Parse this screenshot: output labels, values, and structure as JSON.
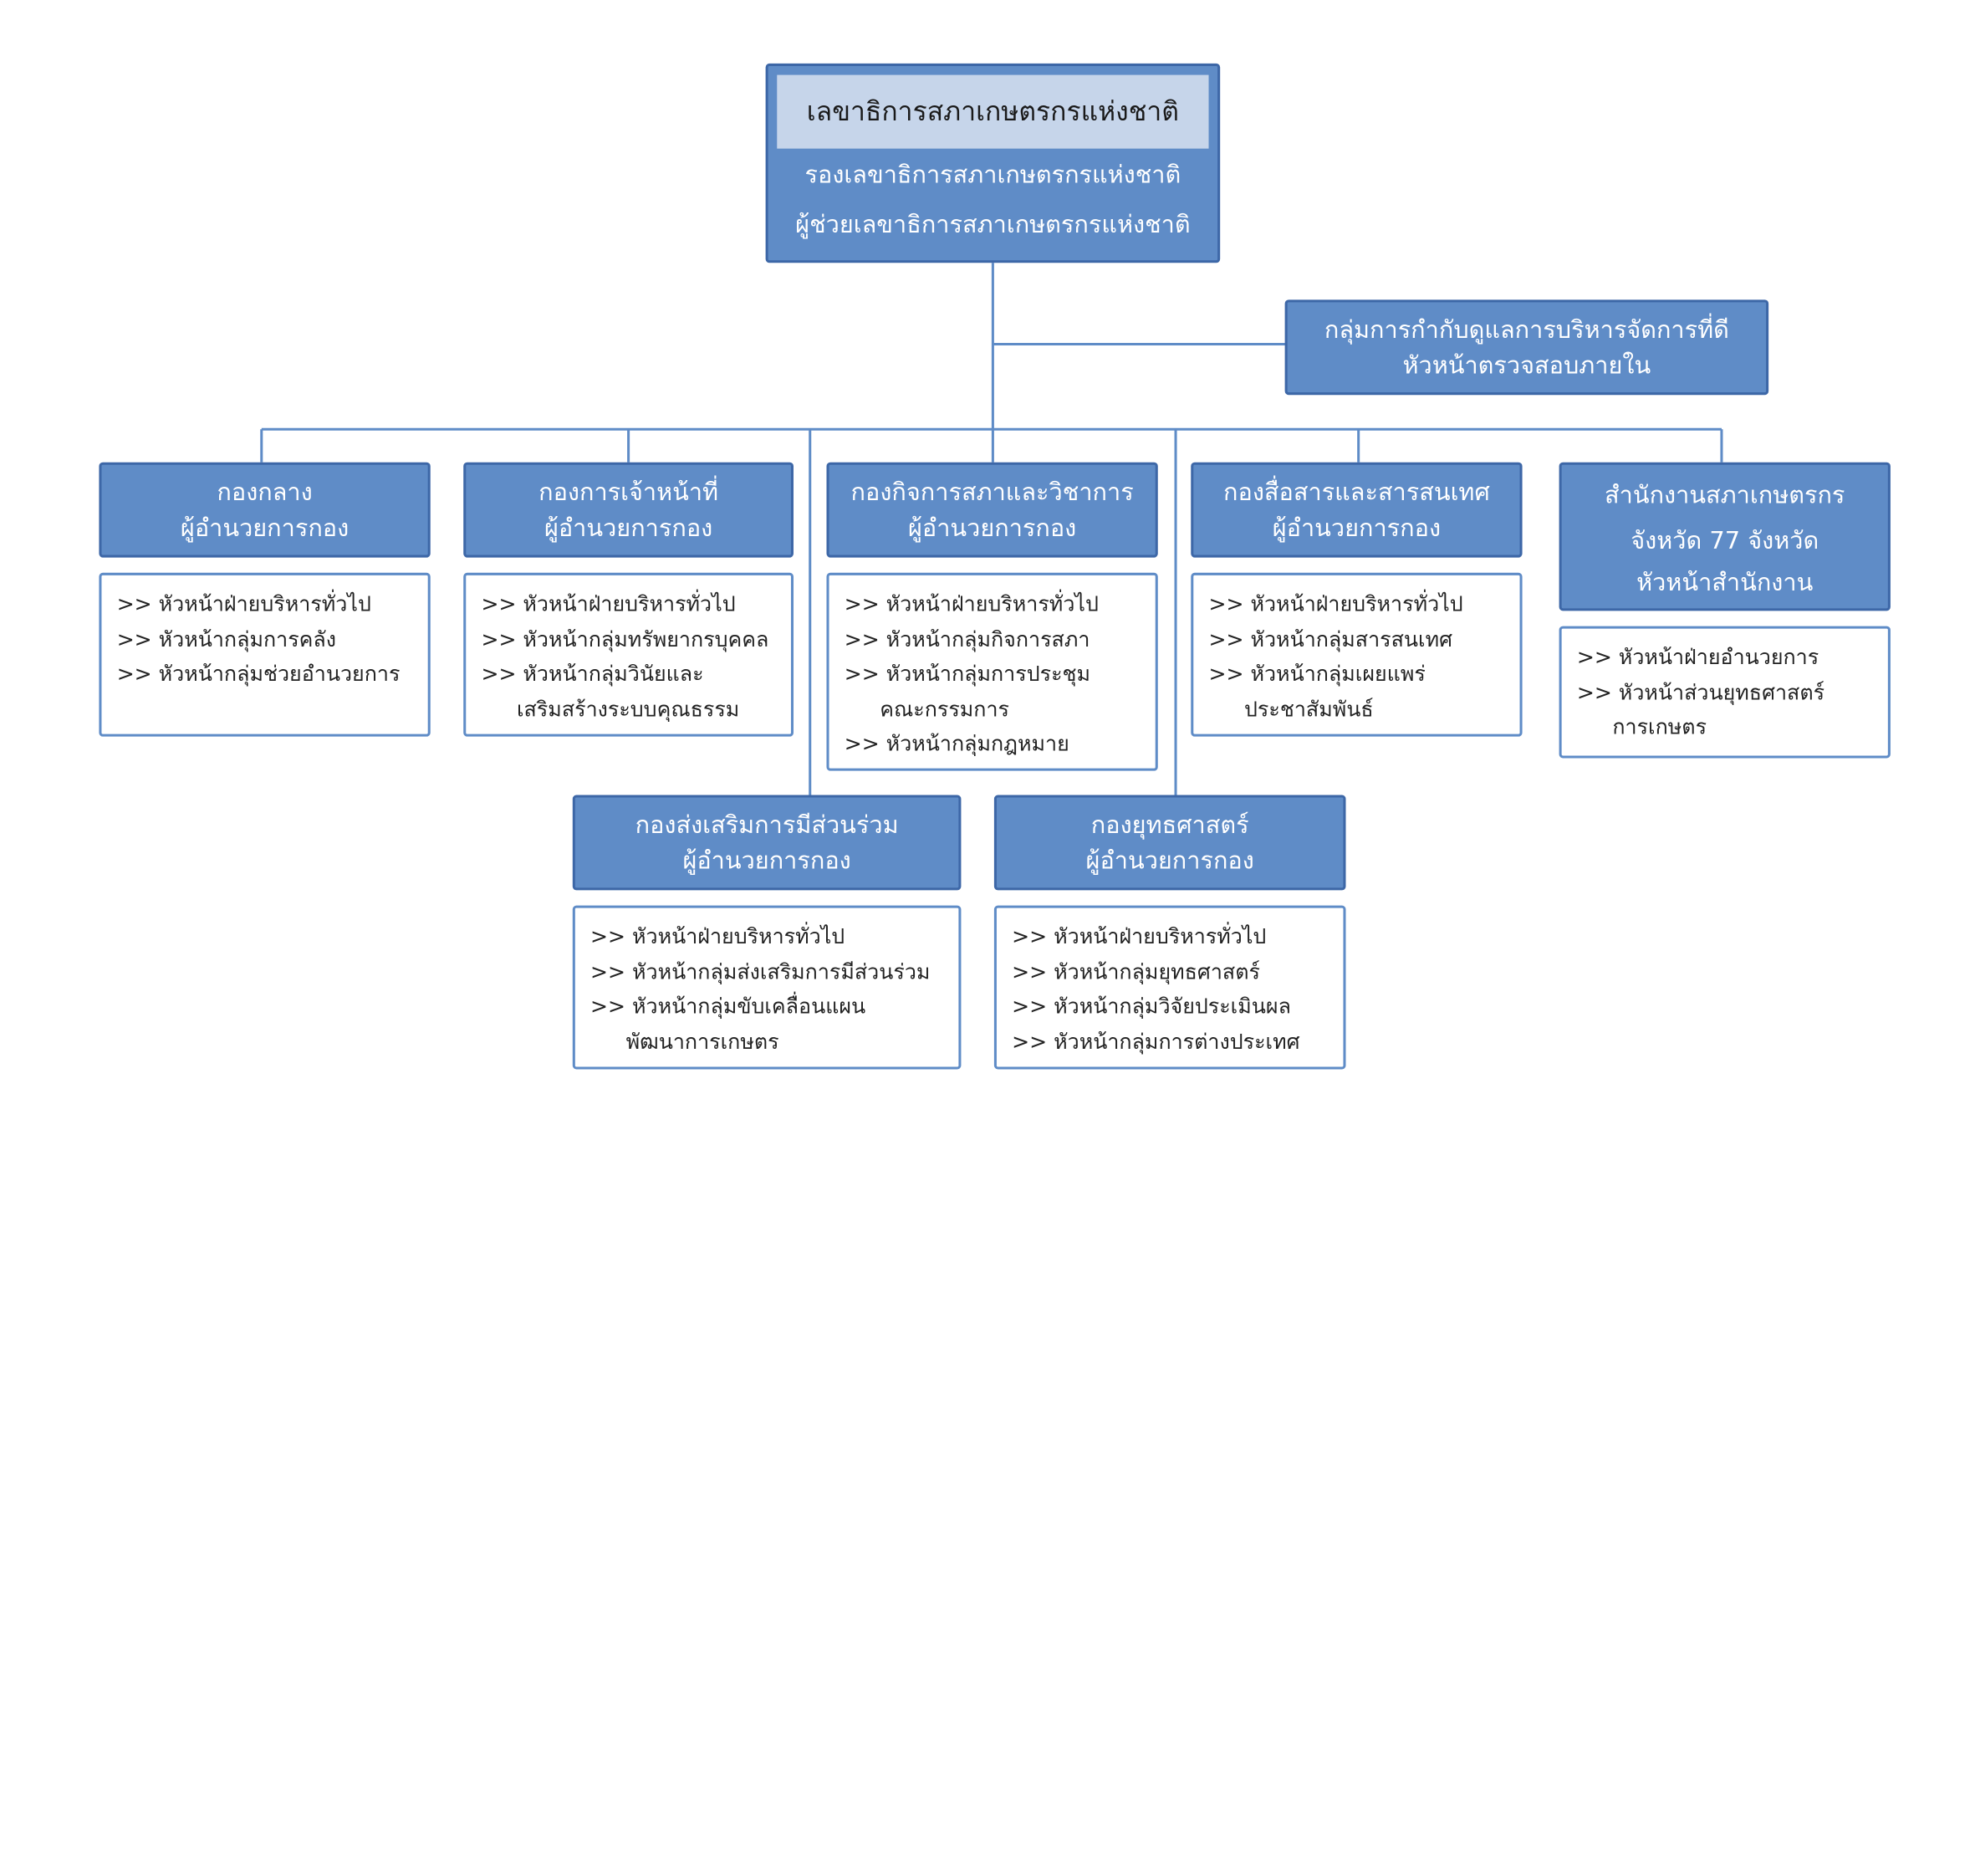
{
  "head": {
    "title": "เลขาธิการสภาเกษตรกรแห่งชาติ",
    "deputy": "รองเลขาธิการสภาเกษตรกรแห่งชาติ",
    "assistant": "ผู้ช่วยเลขาธิการสภาเกษตรกรแห่งชาติ"
  },
  "governance": {
    "title": "กลุ่มการกำกับดูแลการบริหารจัดการที่ดี",
    "subtitle": "หัวหน้าตรวจสอบภายใน"
  },
  "divisions": [
    {
      "title": "กองกลาง",
      "subtitle": "ผู้อำนวยการกอง",
      "items": [
        ">> หัวหน้าฝ่ายบริหารทั่วไป",
        ">> หัวหน้ากลุ่มการคลัง",
        ">> หัวหน้ากลุ่มช่วยอำนวยการ"
      ]
    },
    {
      "title": "กองการเจ้าหน้าที่",
      "subtitle": "ผู้อำนวยการกอง",
      "items": [
        ">> หัวหน้าฝ่ายบริหารทั่วไป",
        ">> หัวหน้ากลุ่มทรัพยากรบุคคล",
        ">> หัวหน้ากลุ่มวินัยและ",
        "เสริมสร้างระบบคุณธรรม"
      ]
    },
    {
      "title": "กองกิจการสภาและวิชาการ",
      "subtitle": "ผู้อำนวยการกอง",
      "items": [
        ">> หัวหน้าฝ่ายบริหารทั่วไป",
        ">> หัวหน้ากลุ่มกิจการสภา",
        ">> หัวหน้ากลุ่มการประชุม",
        "คณะกรรมการ",
        ">> หัวหน้ากลุ่มกฎหมาย"
      ]
    },
    {
      "title": "กองสื่อสารและสารสนเทศ",
      "subtitle": "ผู้อำนวยการกอง",
      "items": [
        ">> หัวหน้าฝ่ายบริหารทั่วไป",
        ">> หัวหน้ากลุ่มสารสนเทศ",
        ">> หัวหน้ากลุ่มเผยแพร่",
        "ประชาสัมพันธ์"
      ]
    },
    {
      "title": "สำนักงานสภาเกษตรกร",
      "title2": "จังหวัด 77 จังหวัด",
      "subtitle": "หัวหน้าสำนักงาน",
      "items": [
        ">> หัวหน้าฝ่ายอำนวยการ",
        ">> หัวหน้าส่วนยุทธศาสตร์",
        "การเกษตร"
      ]
    },
    {
      "title": "กองส่งเสริมการมีส่วนร่วม",
      "subtitle": "ผู้อำนวยการกอง",
      "items": [
        ">> หัวหน้าฝ่ายบริหารทั่วไป",
        ">> หัวหน้ากลุ่มส่งเสริมการมีส่วนร่วม",
        ">> หัวหน้ากลุ่มขับเคลื่อนแผน",
        "พัฒนาการเกษตร"
      ]
    },
    {
      "title": "กองยุทธศาสตร์",
      "subtitle": "ผู้อำนวยการกอง",
      "items": [
        ">> หัวหน้าฝ่ายบริหารทั่วไป",
        ">> หัวหน้ากลุ่มยุทธศาสตร์",
        ">> หัวหน้ากลุ่มวิจัยประเมินผล",
        ">> หัวหน้ากลุ่มการต่างประเทศ"
      ]
    }
  ],
  "colors": {
    "box_fill": "#5f8cc7",
    "box_border": "#3d67a7",
    "head_highlight": "#c6d5ea",
    "connector": "#5f8cc7"
  }
}
